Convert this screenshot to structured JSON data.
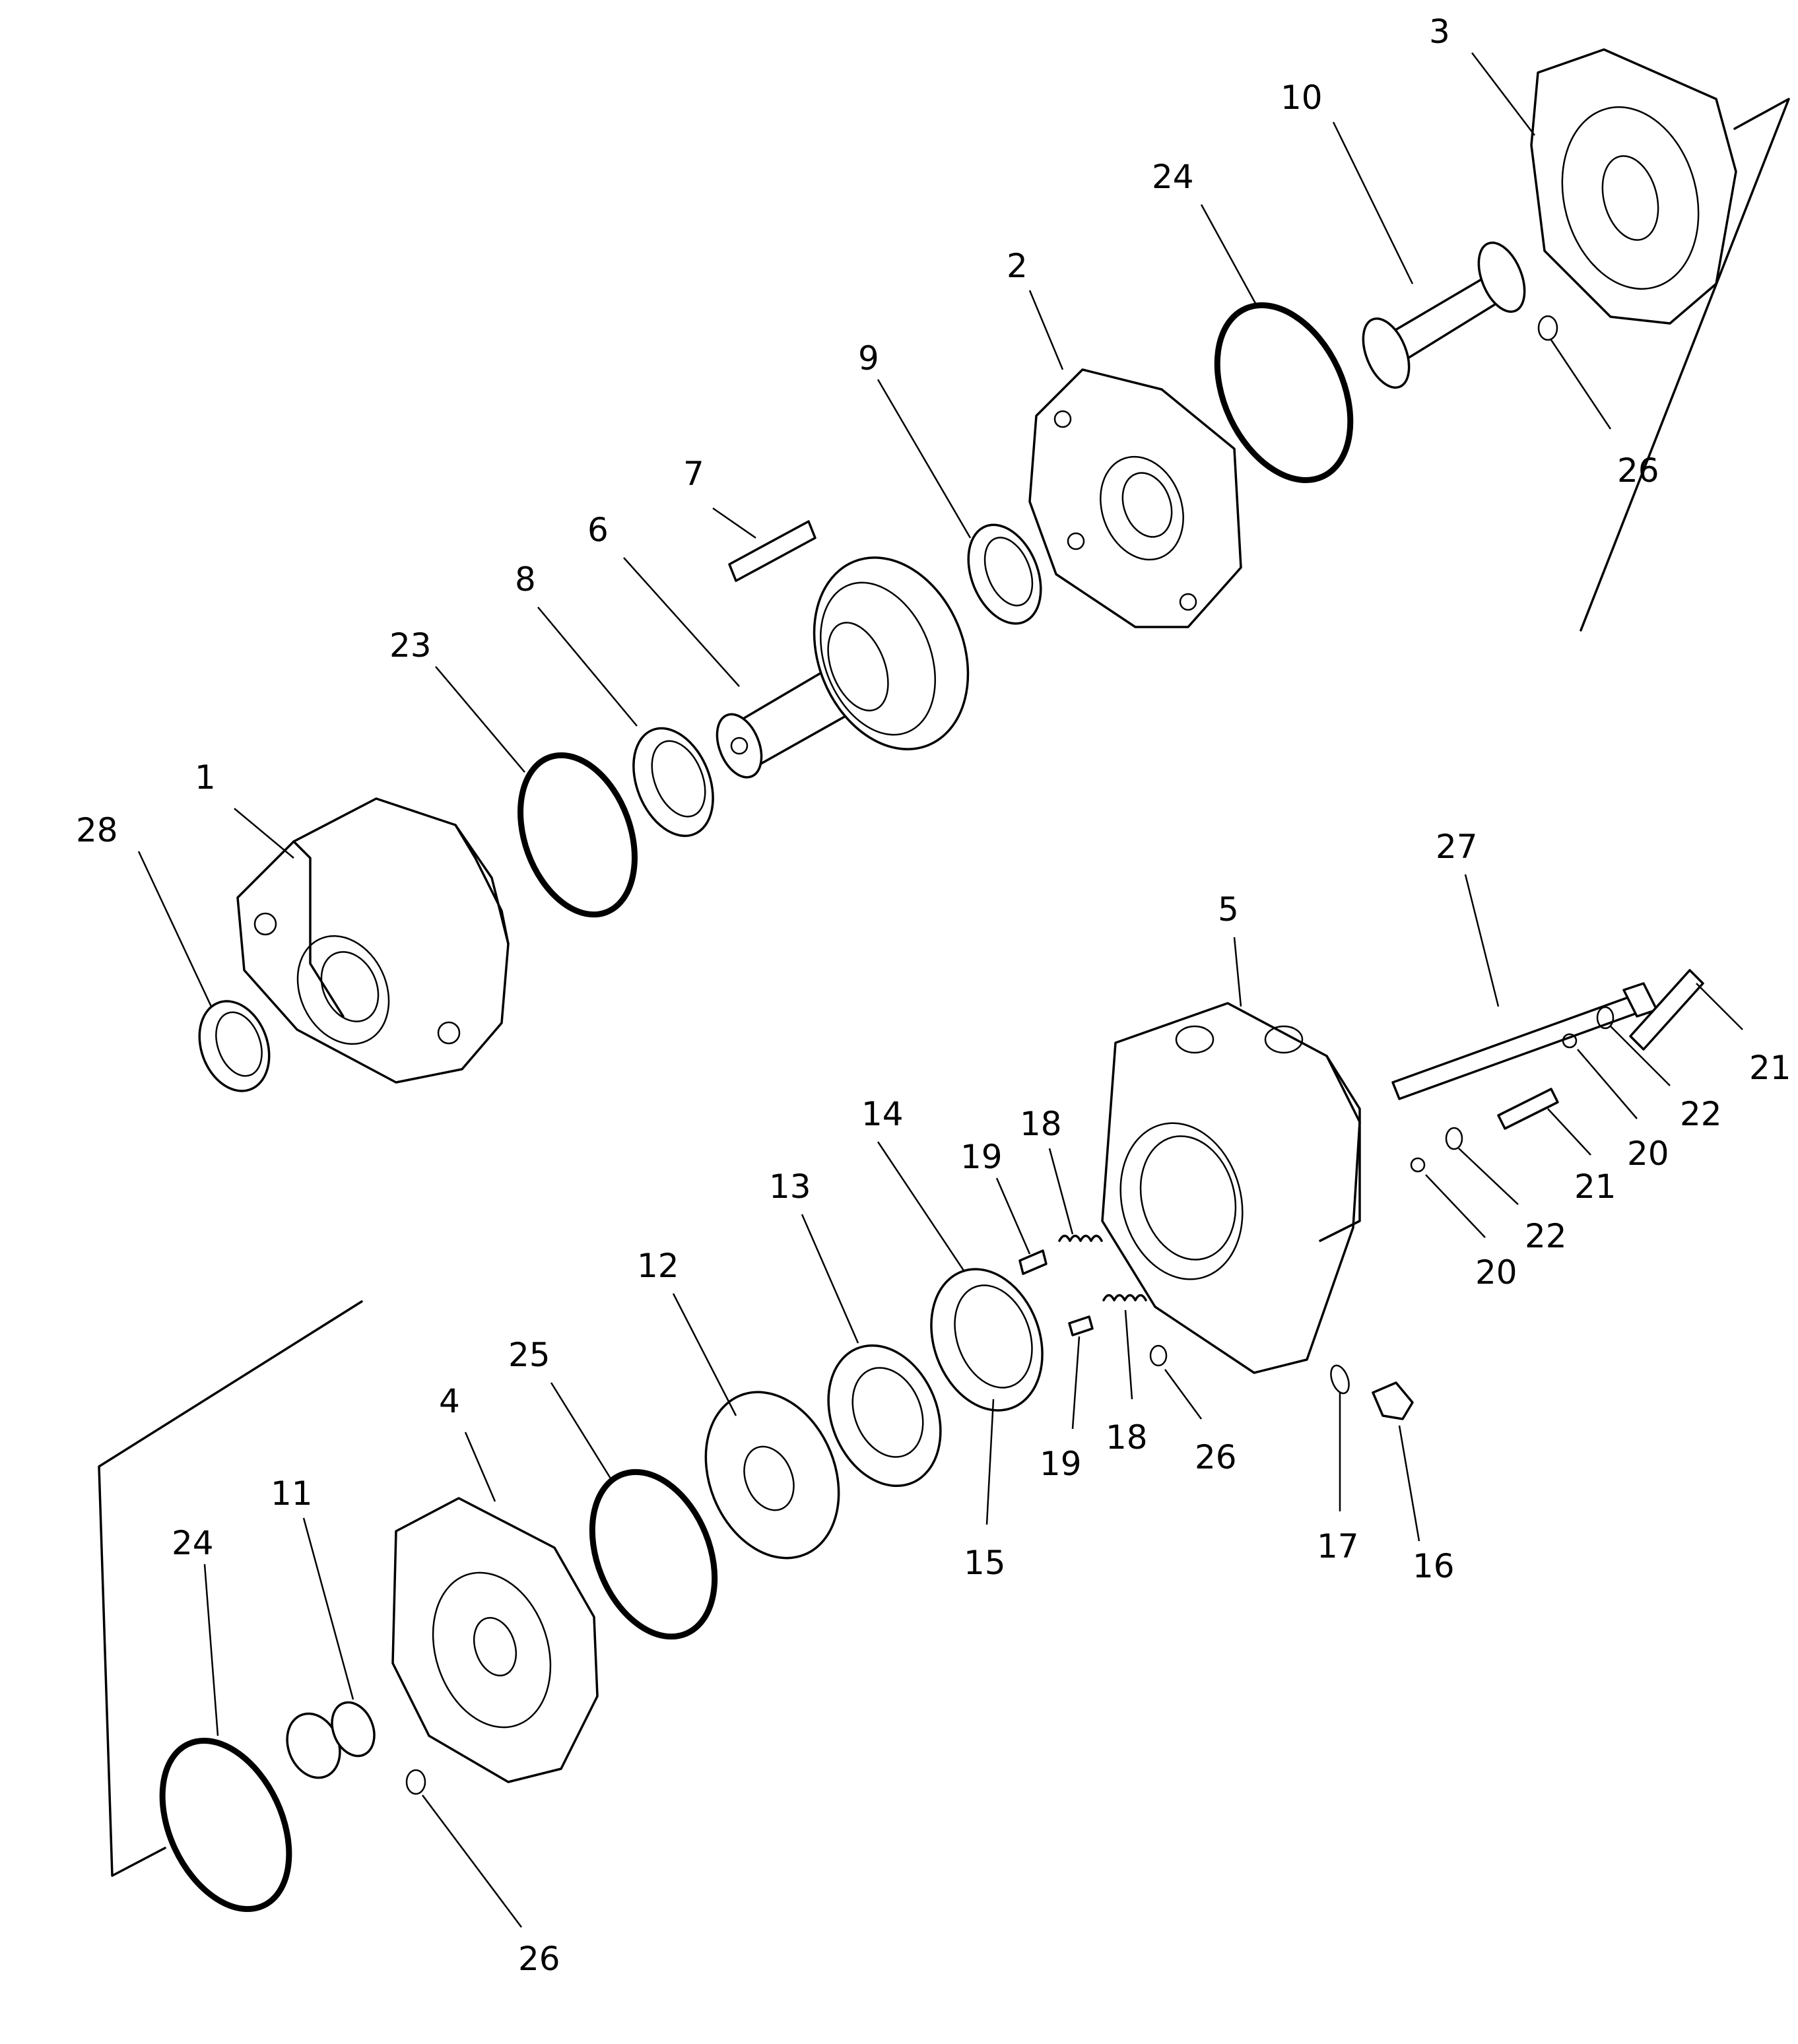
{
  "diagram": {
    "callouts": [
      {
        "id": "c1",
        "text": "1"
      },
      {
        "id": "c2",
        "text": "2"
      },
      {
        "id": "c3",
        "text": "3"
      },
      {
        "id": "c4",
        "text": "4"
      },
      {
        "id": "c5",
        "text": "5"
      },
      {
        "id": "c6",
        "text": "6"
      },
      {
        "id": "c7",
        "text": "7"
      },
      {
        "id": "c8",
        "text": "8"
      },
      {
        "id": "c9",
        "text": "9"
      },
      {
        "id": "c10",
        "text": "10"
      },
      {
        "id": "c11",
        "text": "11"
      },
      {
        "id": "c12",
        "text": "12"
      },
      {
        "id": "c13",
        "text": "13"
      },
      {
        "id": "c14",
        "text": "14"
      },
      {
        "id": "c15",
        "text": "15"
      },
      {
        "id": "c16",
        "text": "16"
      },
      {
        "id": "c17",
        "text": "17"
      },
      {
        "id": "c18a",
        "text": "18"
      },
      {
        "id": "c18b",
        "text": "18"
      },
      {
        "id": "c19a",
        "text": "19"
      },
      {
        "id": "c19b",
        "text": "19"
      },
      {
        "id": "c20a",
        "text": "20"
      },
      {
        "id": "c20b",
        "text": "20"
      },
      {
        "id": "c21a",
        "text": "21"
      },
      {
        "id": "c21b",
        "text": "21"
      },
      {
        "id": "c22a",
        "text": "22"
      },
      {
        "id": "c22b",
        "text": "22"
      },
      {
        "id": "c23",
        "text": "23"
      },
      {
        "id": "c24a",
        "text": "24"
      },
      {
        "id": "c24b",
        "text": "24"
      },
      {
        "id": "c25",
        "text": "25"
      },
      {
        "id": "c26a",
        "text": "26"
      },
      {
        "id": "c26b",
        "text": "26"
      },
      {
        "id": "c26c",
        "text": "26"
      },
      {
        "id": "c27",
        "text": "27"
      },
      {
        "id": "c28",
        "text": "28"
      }
    ]
  }
}
